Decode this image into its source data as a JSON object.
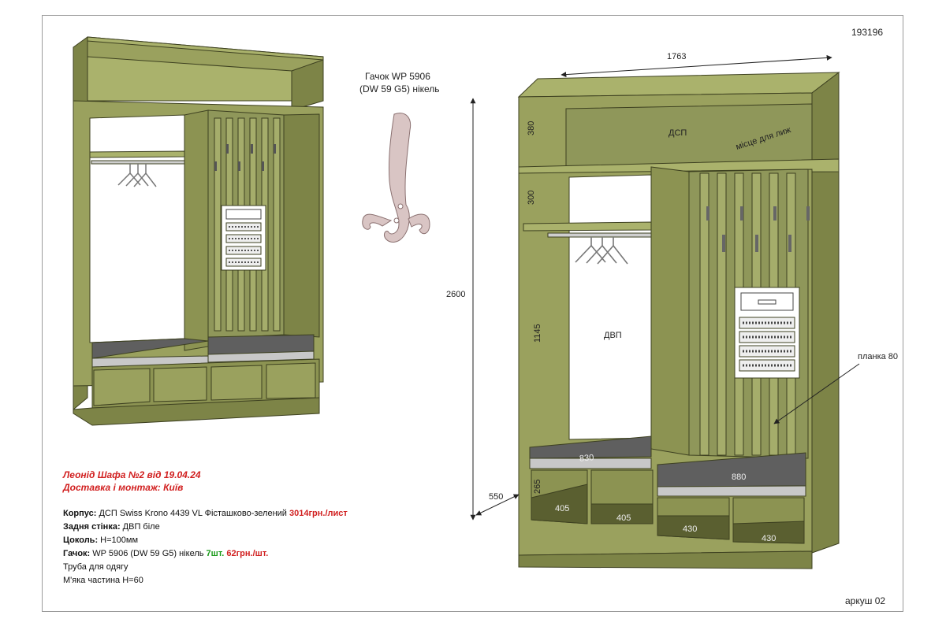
{
  "sheet_number": "193196",
  "page_label": "аркуш 02",
  "hook_caption": [
    "Гачок WP 5906",
    "(DW 59 G5) нікель"
  ],
  "colors": {
    "body": "#9aa15e",
    "body_dark": "#7d8447",
    "body_light": "#aab26c",
    "back_panel": "#ffffff",
    "seat": "#5f5f5f",
    "seat_edge": "#c8c8c8",
    "outline": "#3d4020",
    "hook": "#d9c5c4",
    "red_text": "#d11f1f",
    "green_text": "#1a9a1a"
  },
  "dims": {
    "width": "1763",
    "height": "2600",
    "depth": "550",
    "top_box": "380",
    "upper_shelf": "300",
    "hang_zone": "1145",
    "seat_zone": "265",
    "seat_left": "830",
    "seat_right": "880",
    "cell_1": "405",
    "cell_2": "405",
    "cell_3": "430",
    "cell_4": "430"
  },
  "labels": {
    "dsp": "ДСП",
    "ski": "місце для лиж",
    "dvp": "ДВП",
    "plank": "планка 80"
  },
  "order": {
    "title": "Леонід Шафа №2 від 19.04.24",
    "delivery": "Доставка і монтаж: Київ"
  },
  "spec": {
    "body_label": "Корпус:",
    "body_value": " ДСП Swiss Krono 4439 VL Фісташково-зелений ",
    "body_price": "3014грн./лист",
    "back_label": "Задня стінка:",
    "back_value": "  ДВП біле",
    "plinth_label": "Цоколь:",
    "plinth_value": " H=100мм",
    "hook_label": "Гачок:",
    "hook_value": " WP 5906 (DW 59 G5) нікель ",
    "hook_qty": "7шт.",
    "hook_price": " 62грн./шт.",
    "pipe": "Труба для одягу",
    "soft": "М'яка частина H=60"
  }
}
